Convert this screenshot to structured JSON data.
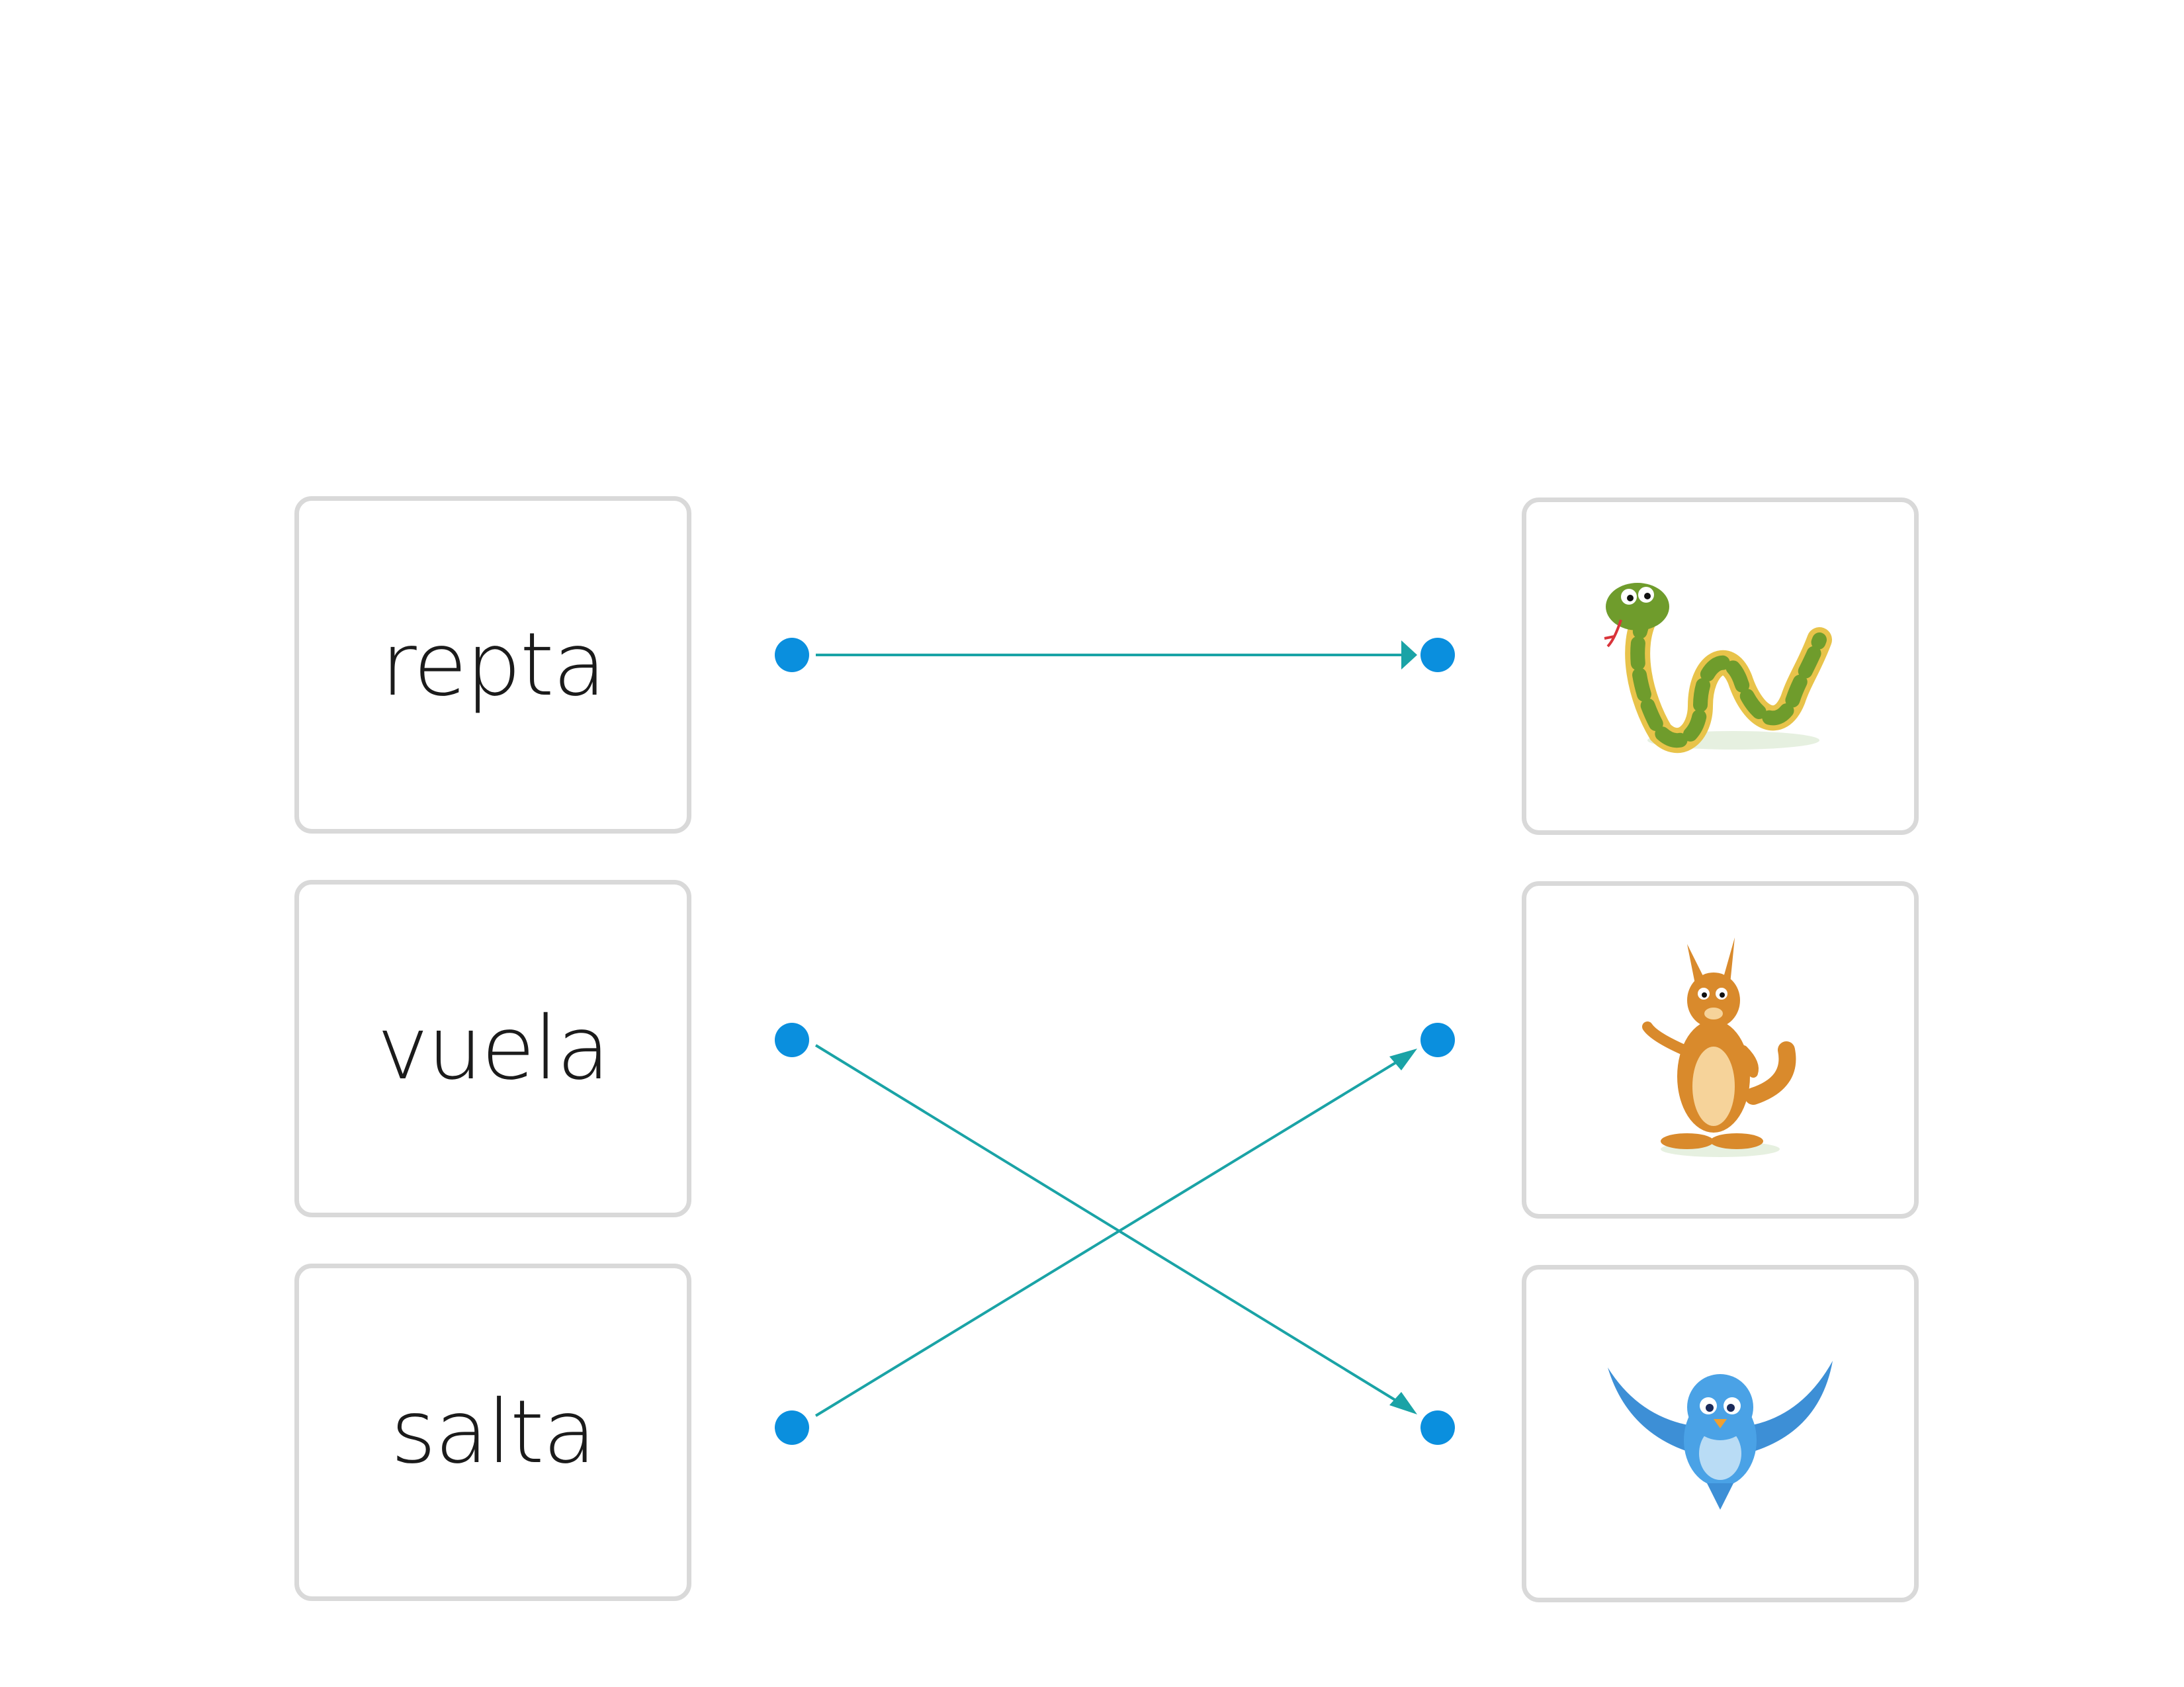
{
  "activity": {
    "words": [
      {
        "label": "repta"
      },
      {
        "label": "vuela"
      },
      {
        "label": "salta"
      }
    ],
    "pictures": [
      {
        "icon": "snake-icon"
      },
      {
        "icon": "kangaroo-icon"
      },
      {
        "icon": "bird-icon"
      }
    ],
    "connections": [
      {
        "from": "repta",
        "to": "snake-icon"
      },
      {
        "from": "vuela",
        "to": "bird-icon"
      },
      {
        "from": "salta",
        "to": "kangaroo-icon"
      }
    ],
    "colors": {
      "dot": "#0a8fde",
      "line": "#1aa3a6",
      "card_border": "#d9d9d9"
    }
  }
}
